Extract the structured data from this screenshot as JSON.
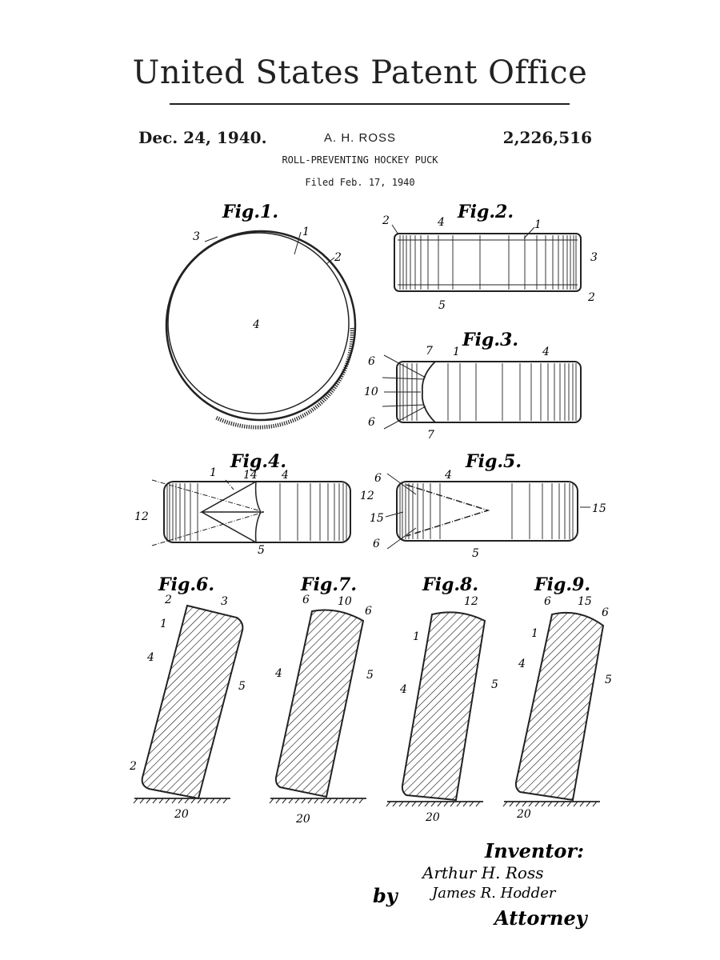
{
  "header": {
    "office": "United States Patent Office",
    "date": "Dec. 24, 1940.",
    "inventor_name": "A. H. ROSS",
    "patent_number": "2,226,516",
    "title": "ROLL-PREVENTING HOCKEY PUCK",
    "filed": "Filed Feb. 17, 1940"
  },
  "figures": {
    "fig1": {
      "label": "Fig.1.",
      "refs": [
        "3",
        "1",
        "2",
        "4"
      ]
    },
    "fig2": {
      "label": "Fig.2.",
      "refs": [
        "2",
        "4",
        "1",
        "3",
        "5",
        "2"
      ]
    },
    "fig3": {
      "label": "Fig.3.",
      "refs": [
        "7",
        "1",
        "4",
        "6",
        "10",
        "6",
        "7"
      ]
    },
    "fig4": {
      "label": "Fig.4.",
      "refs": [
        "1",
        "14",
        "4",
        "12",
        "12",
        "5"
      ]
    },
    "fig5": {
      "label": "Fig.5.",
      "refs": [
        "6",
        "4",
        "15",
        "15",
        "6",
        "5"
      ]
    },
    "fig6": {
      "label": "Fig.6.",
      "refs": [
        "2",
        "3",
        "1",
        "4",
        "5",
        "2",
        "20"
      ]
    },
    "fig7": {
      "label": "Fig.7.",
      "refs": [
        "6",
        "10",
        "6",
        "4",
        "5",
        "20"
      ]
    },
    "fig8": {
      "label": "Fig.8.",
      "refs": [
        "12",
        "1",
        "5",
        "4",
        "20"
      ]
    },
    "fig9": {
      "label": "Fig.9.",
      "refs": [
        "6",
        "15",
        "6",
        "1",
        "4",
        "5",
        "20"
      ]
    }
  },
  "signature": {
    "inventor_heading": "Inventor:",
    "inventor_signature": "Arthur H. Ross",
    "by": "by",
    "attorney_signature": "James R. Hodder",
    "attorney_heading": "Attorney"
  }
}
